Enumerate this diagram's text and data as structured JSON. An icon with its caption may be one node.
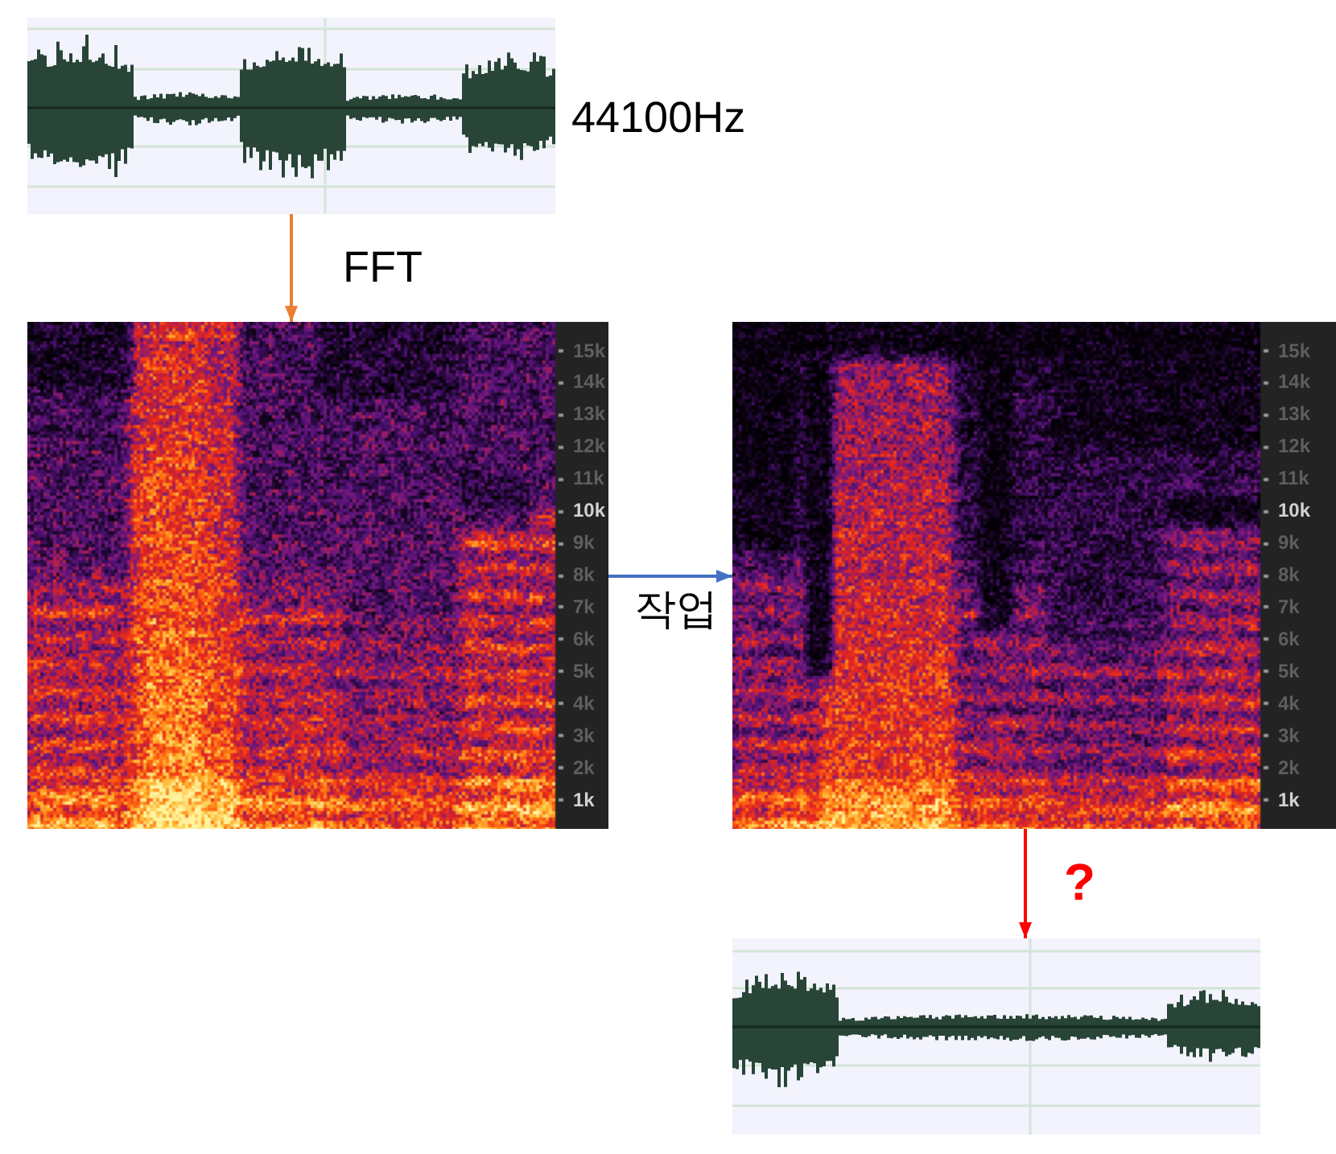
{
  "diagram": {
    "nodes": [
      {
        "text": [],
        "shape": "picture",
        "beside": [
          "44100Hz"
        ]
      },
      {
        "text": [],
        "shape": "picture"
      },
      {
        "text": [],
        "shape": "picture"
      },
      {
        "text": [],
        "shape": "picture"
      }
    ],
    "edges": [
      {
        "from": 0,
        "to": 1,
        "arrow": "to",
        "label": "FFT",
        "color": "#ed7d31"
      },
      {
        "from": 1,
        "to": 2,
        "arrow": "to",
        "label": "작업",
        "color": "#4472c4"
      },
      {
        "from": 2,
        "to": 3,
        "arrow": "to",
        "label": "?",
        "color": "#ff0000"
      }
    ],
    "labels": [
      "15k",
      "14k",
      "13k",
      "12k",
      "11k",
      "10k",
      "9k",
      "8k",
      "7k",
      "6k",
      "5k",
      "4k",
      "3k",
      "2k",
      "1k",
      "15k",
      "14k",
      "13k",
      "12k",
      "11k",
      "10k",
      "9k",
      "8k",
      "7k",
      "6k",
      "5k",
      "4k",
      "3k",
      "2k",
      "1k"
    ]
  }
}
